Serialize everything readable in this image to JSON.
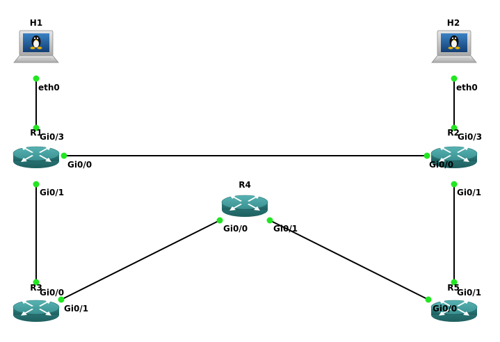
{
  "nodes": [
    {
      "id": "H1",
      "label": "H1",
      "kind": "host",
      "icon": "linux-host-icon"
    },
    {
      "id": "H2",
      "label": "H2",
      "kind": "host",
      "icon": "linux-host-icon"
    },
    {
      "id": "R1",
      "label": "R1",
      "kind": "router",
      "icon": "router-icon"
    },
    {
      "id": "R2",
      "label": "R2",
      "kind": "router",
      "icon": "router-icon"
    },
    {
      "id": "R3",
      "label": "R3",
      "kind": "router",
      "icon": "router-icon"
    },
    {
      "id": "R4",
      "label": "R4",
      "kind": "router",
      "icon": "router-icon"
    },
    {
      "id": "R5",
      "label": "R5",
      "kind": "router",
      "icon": "router-icon"
    }
  ],
  "links": [
    {
      "a": "H1",
      "a_port": "eth0",
      "b": "R1",
      "b_port": "Gi0/3"
    },
    {
      "a": "H2",
      "a_port": "eth0",
      "b": "R2",
      "b_port": "Gi0/3"
    },
    {
      "a": "R1",
      "a_port": "Gi0/0",
      "b": "R2",
      "b_port": "Gi0/0"
    },
    {
      "a": "R1",
      "a_port": "Gi0/1",
      "b": "R3",
      "b_port": "Gi0/0"
    },
    {
      "a": "R2",
      "a_port": "Gi0/1",
      "b": "R5",
      "b_port": "Gi0/1"
    },
    {
      "a": "R3",
      "a_port": "Gi0/1",
      "b": "R4",
      "b_port": "Gi0/0"
    },
    {
      "a": "R4",
      "a_port": "Gi0/1",
      "b": "R5",
      "b_port": "Gi0/0"
    }
  ],
  "colors": {
    "link": "#000000",
    "port_dot": "#22e622",
    "router_top": "#3f9c9c",
    "router_side": "#2c7b7b",
    "router_arrows": "#ffffff",
    "screen": "#1a4d8a"
  }
}
